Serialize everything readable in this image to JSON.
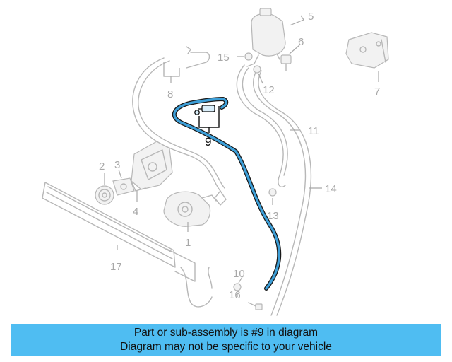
{
  "callouts": {
    "n1": "1",
    "n2": "2",
    "n3": "3",
    "n4": "4",
    "n5": "5",
    "n6": "6",
    "n7": "7",
    "n8": "8",
    "n9": "9",
    "n10": "10",
    "n11": "11",
    "n12": "12",
    "n13": "13",
    "n14": "14",
    "n15": "15",
    "n16": "16",
    "n17": "17"
  },
  "highlighted_part": "9",
  "colors": {
    "highlight_hose": "#3d9fd8",
    "banner": "#4fbdf2",
    "ghost_lines": "#b7b7b7"
  },
  "banner": {
    "line1": "Part or sub-assembly is #9 in diagram",
    "line2": "Diagram may not be specific to your vehicle"
  }
}
